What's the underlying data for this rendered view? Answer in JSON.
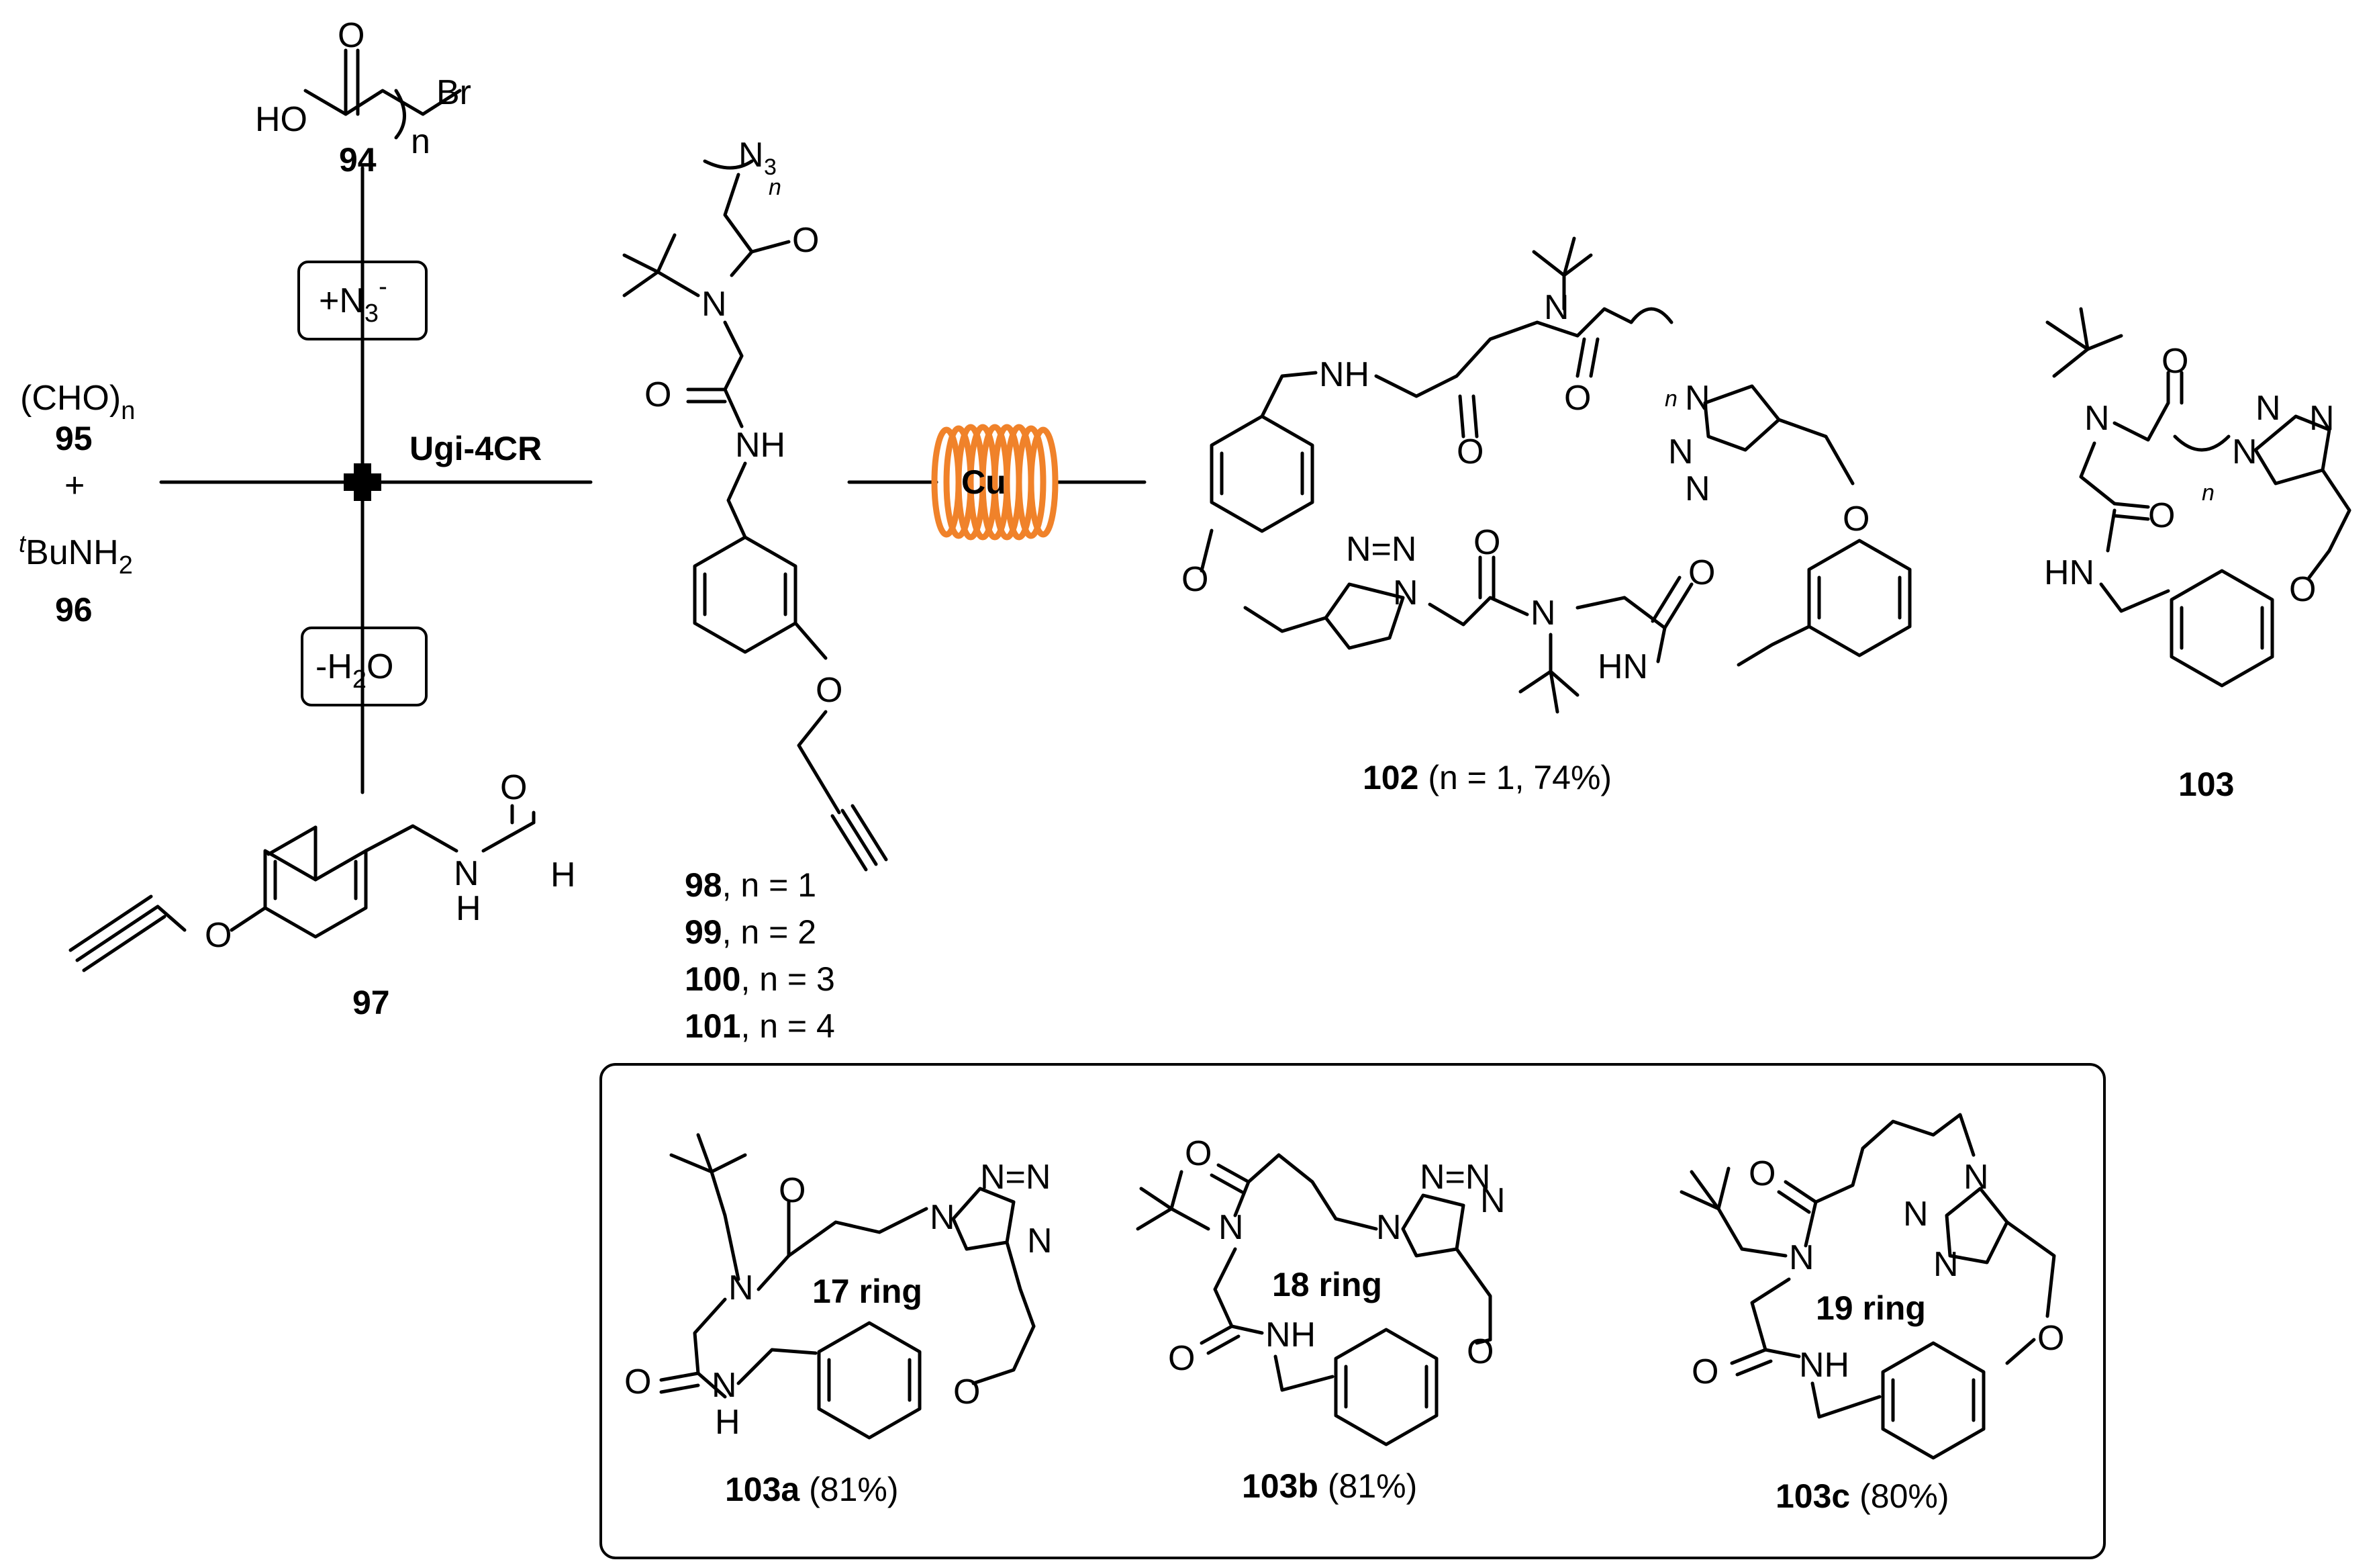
{
  "reactants": {
    "r94": {
      "id": "94",
      "atoms": [
        "O",
        "HO",
        "Br",
        "n"
      ]
    },
    "r95": {
      "formula": "(CHO)",
      "subscript": "n",
      "id": "95"
    },
    "plus": "+",
    "r96": {
      "prefix": "t",
      "formula": "BuNH",
      "subscript": "2",
      "id": "96"
    },
    "r97": {
      "id": "97",
      "atoms": [
        "O",
        "O",
        "H",
        "N",
        "H"
      ]
    }
  },
  "steps": {
    "azide": {
      "text": "+N",
      "sub": "3",
      "sup": "-"
    },
    "water": {
      "text": "-H",
      "sub": "2",
      "tail": "O"
    },
    "ugi": "Ugi-4CR",
    "catalyst": "Cu"
  },
  "intermediate": {
    "atoms": [
      "N",
      "3",
      "n",
      "O",
      "N",
      "O",
      "NH",
      "O"
    ],
    "variants": [
      {
        "id": "98",
        "rest": ", n = 1"
      },
      {
        "id": "99",
        "rest": ", n = 2"
      },
      {
        "id": "100",
        "rest": ", n = 3"
      },
      {
        "id": "101",
        "rest": ", n = 4"
      }
    ]
  },
  "dimer": {
    "id": "102",
    "rest": " (n = 1, 74%)"
  },
  "monomer": {
    "id": "103"
  },
  "boxed": [
    {
      "id": "103a",
      "rest": " (81%)",
      "ring": "17 ring"
    },
    {
      "id": "103b",
      "rest": " (81%)",
      "ring": "18 ring"
    },
    {
      "id": "103c",
      "rest": " (80%)",
      "ring": "19 ring"
    }
  ],
  "colors": {
    "catalyst_orange": "#f0822a",
    "ink": "#000000"
  }
}
